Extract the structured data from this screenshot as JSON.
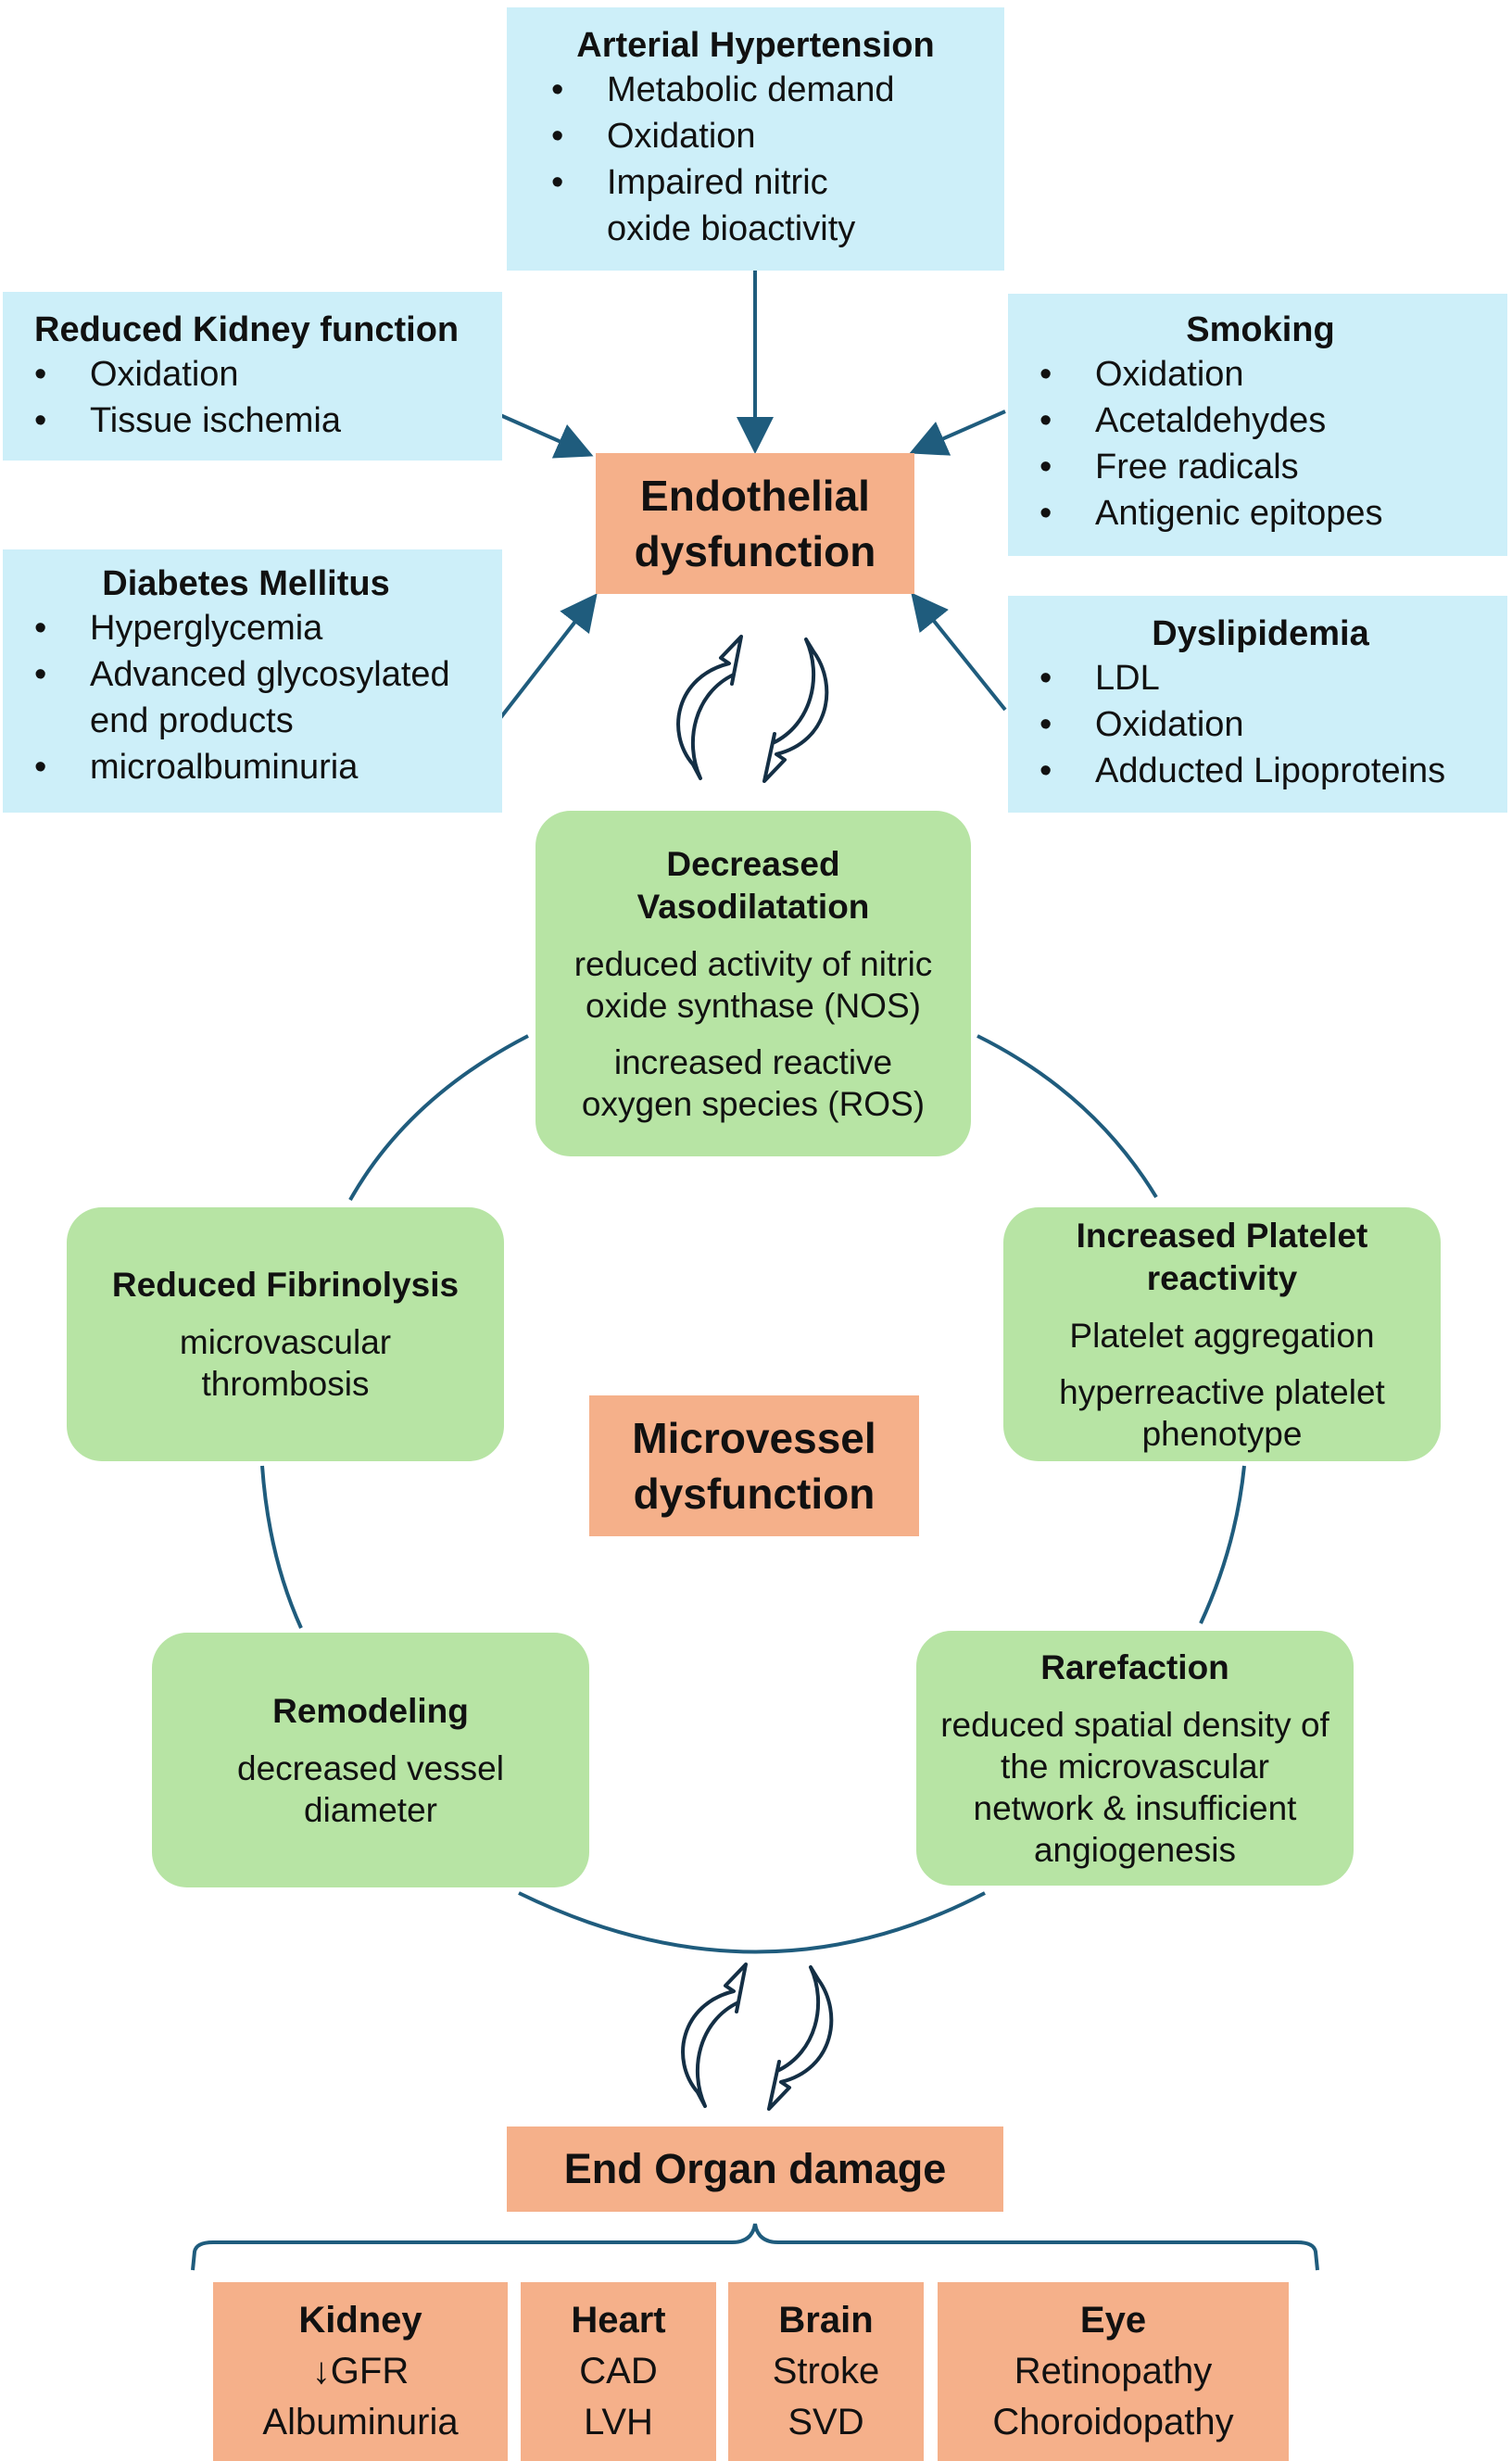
{
  "risk_factors": {
    "hypertension": {
      "title": "Arterial Hypertension",
      "items": [
        "Metabolic demand",
        "Oxidation",
        "Impaired nitric oxide bioactivity"
      ]
    },
    "kidney": {
      "title": "Reduced Kidney function",
      "items": [
        "Oxidation",
        "Tissue ischemia"
      ]
    },
    "diabetes": {
      "title": "Diabetes Mellitus",
      "items": [
        "Hyperglycemia",
        "Advanced glycosylated end products",
        "microalbuminuria"
      ]
    },
    "smoking": {
      "title": "Smoking",
      "items": [
        "Oxidation",
        "Acetaldehydes",
        "Free radicals",
        "Antigenic epitopes"
      ]
    },
    "dyslipidemia": {
      "title": "Dyslipidemia",
      "items": [
        "LDL",
        "Oxidation",
        "Adducted Lipoproteins"
      ]
    }
  },
  "endothelial": {
    "line1": "Endothelial",
    "line2": "dysfunction"
  },
  "microvessel": {
    "line1": "Microvessel",
    "line2": "dysfunction"
  },
  "mechanisms": {
    "vasodilatation": {
      "title": "Decreased Vasodilatation",
      "text1": "reduced activity of nitric oxide synthase (NOS)",
      "text2": "increased reactive oxygen species (ROS)"
    },
    "fibrinolysis": {
      "title": "Reduced Fibrinolysis",
      "text1": "microvascular thrombosis"
    },
    "platelet": {
      "title": "Increased Platelet reactivity",
      "text1": "Platelet aggregation",
      "text2": "hyperreactive platelet phenotype"
    },
    "remodeling": {
      "title": "Remodeling",
      "text1": "decreased vessel diameter"
    },
    "rarefaction": {
      "title": "Rarefaction",
      "text1": "reduced spatial density of the microvascular network & insufficient angiogenesis"
    }
  },
  "end_organ": {
    "title": "End Organ damage"
  },
  "organs": [
    {
      "name": "Kidney",
      "lines": [
        "↓GFR",
        "Albuminuria"
      ]
    },
    {
      "name": "Heart",
      "lines": [
        "CAD",
        "LVH"
      ]
    },
    {
      "name": "Brain",
      "lines": [
        "Stroke",
        "SVD"
      ]
    },
    {
      "name": "Eye",
      "lines": [
        "Retinopathy",
        "Choroidopathy"
      ]
    }
  ],
  "colors": {
    "blue_box": "#cdeff9",
    "orange_box": "#f5b08a",
    "green_box": "#b7e4a4",
    "arrow": "#1f5c7d",
    "cycle_icon": "#142f45"
  },
  "icons": [
    "cycle-arrows-icon"
  ]
}
